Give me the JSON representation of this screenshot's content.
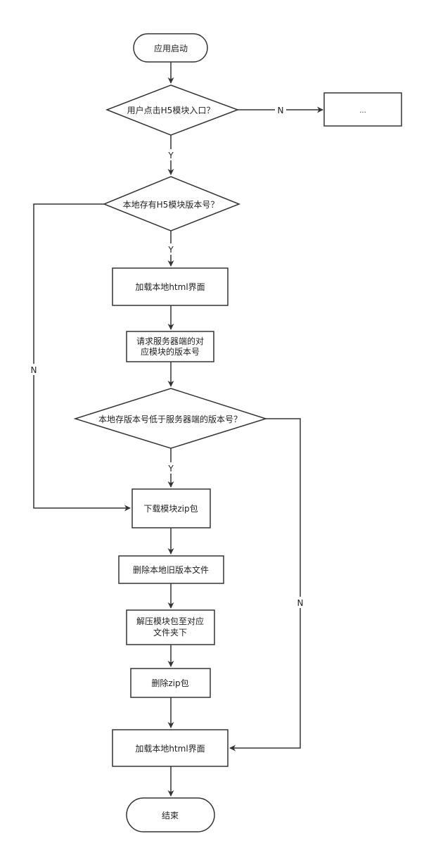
{
  "nodes": {
    "start": "应用启动",
    "q_click": "用户点击H5模块入口？",
    "other": "...",
    "q_has_version": "本地存有H5模块版本号？",
    "load_html_1": "加载本地html界面",
    "request_line1": "请求服务器端的对",
    "request_line2": "应模块的版本号",
    "q_lower": "本地存版本号低于服务器端的版本号？",
    "download": "下载模块zip包",
    "delete_old": "删除本地旧版本文件",
    "unzip_line1": "解压模块包至对应",
    "unzip_line2": "文件夹下",
    "delete_zip": "删除zip包",
    "load_html_2": "加载本地html界面",
    "end": "结束"
  },
  "edges": {
    "click_no": "N",
    "click_yes": "Y",
    "has_version_yes": "Y",
    "has_version_no": "N",
    "lower_yes": "Y",
    "lower_no": "N"
  },
  "colors": {
    "stroke": "#333333",
    "fill": "#ffffff",
    "text": "#222222"
  }
}
